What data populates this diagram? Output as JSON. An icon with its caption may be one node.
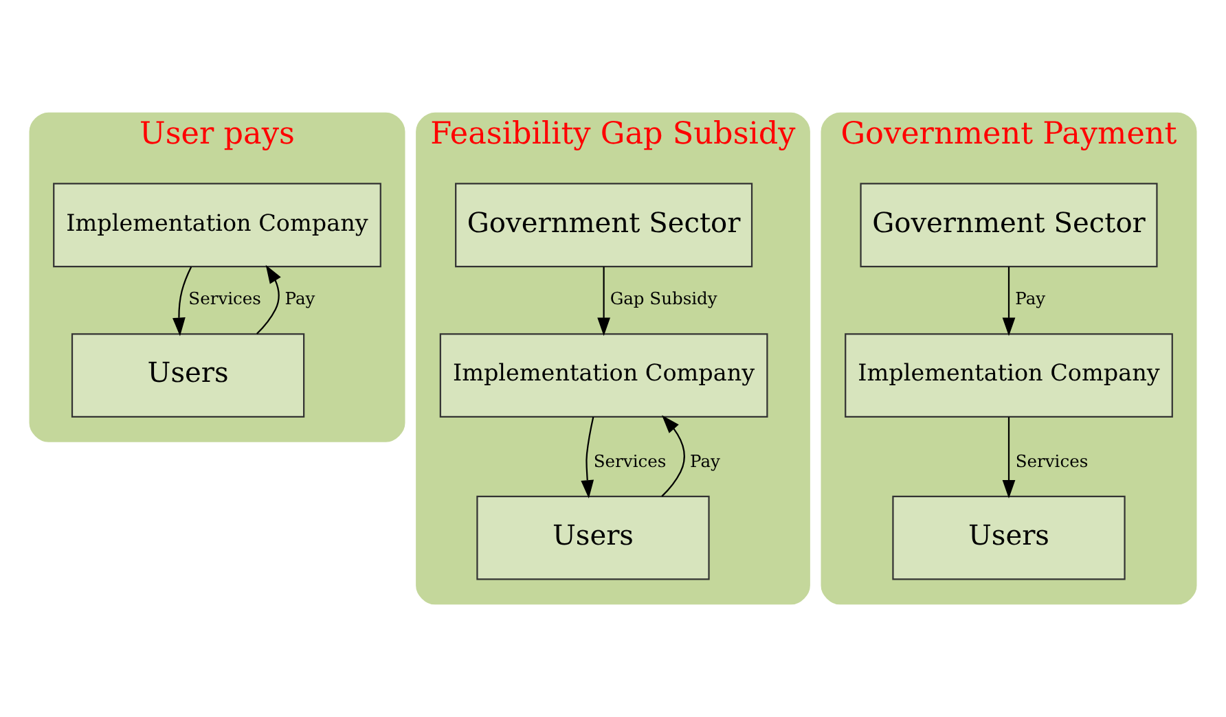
{
  "diagram": {
    "nodes": [
      {
        "text": [
          "User pays"
        ]
      },
      {
        "text": [
          "Implementation Company"
        ],
        "in": 0
      },
      {
        "text": [
          "Users"
        ],
        "in": 0
      },
      {
        "text": [
          "Feasibility Gap Subsidy"
        ]
      },
      {
        "text": [
          "Government Sector"
        ],
        "in": 3
      },
      {
        "text": [
          "Implementation Company"
        ],
        "in": 3
      },
      {
        "text": [
          "Users"
        ],
        "in": 3
      },
      {
        "text": [
          "Government Payment"
        ]
      },
      {
        "text": [
          "Government Sector"
        ],
        "in": 7
      },
      {
        "text": [
          "Implementation Company"
        ],
        "in": 7
      },
      {
        "text": [
          "Users"
        ],
        "in": 7
      }
    ],
    "edges": [
      {
        "from": 1,
        "to": 2,
        "arrow": "to",
        "label": "Services"
      },
      {
        "from": 2,
        "to": 1,
        "arrow": "to",
        "label": "Pay"
      },
      {
        "from": 4,
        "to": 5,
        "arrow": "to",
        "label": "Gap Subsidy"
      },
      {
        "from": 5,
        "to": 6,
        "arrow": "to",
        "label": "Services"
      },
      {
        "from": 6,
        "to": 5,
        "arrow": "to",
        "label": "Pay"
      },
      {
        "from": 8,
        "to": 9,
        "arrow": "to",
        "label": "Pay"
      },
      {
        "from": 9,
        "to": 10,
        "arrow": "to",
        "label": "Services"
      }
    ]
  }
}
